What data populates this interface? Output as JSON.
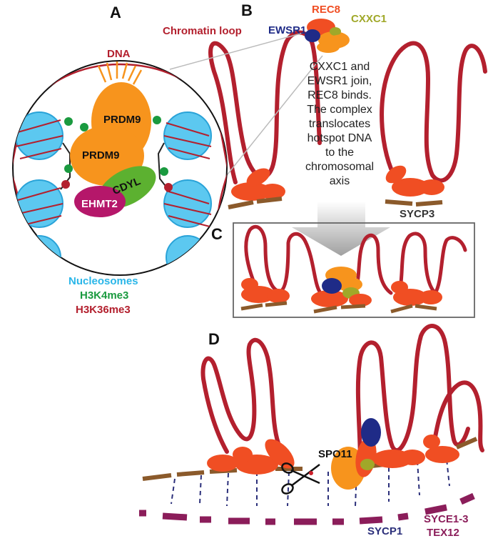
{
  "panels": {
    "a": "A",
    "b": "B",
    "c": "C",
    "d": "D"
  },
  "labels": {
    "chromatin_loop": "Chromatin loop",
    "dna": "DNA",
    "prdm9_top": "PRDM9",
    "prdm9_bottom": "PRDM9",
    "cdyl": "CDYL",
    "ehmt2": "EHMT2",
    "nucleosomes": "Nucleosomes",
    "h3k4me3": "H3K4me3",
    "h3k36me3": "H3K36me3",
    "rec8": "REC8",
    "ewsr1": "EWSR1",
    "cxxc1": "CXXC1",
    "sycp3": "SYCP3",
    "spo11": "SPO11",
    "sycp1": "SYCP1",
    "syce": "SYCE1-3",
    "tex12": "TEX12"
  },
  "description": [
    "CXXC1 and",
    "EWSR1 join,",
    "REC8 binds.",
    "The complex",
    "translocates",
    "hotspot DNA",
    "to the",
    "chromosomal",
    "axis"
  ],
  "colors": {
    "dna_red": "#b3202e",
    "prdm9_orange": "#f7941d",
    "cdyl_green": "#5cb130",
    "ehmt2_magenta": "#b5176a",
    "nucleosome_blue": "#5cc8f0",
    "h3k4me3_green": "#1a9a3f",
    "h3k36me3_red": "#b3202e",
    "rec8_red": "#f04e23",
    "ewsr1_navy": "#1f2b87",
    "cxxc1_olive": "#a0a829",
    "axis_brown": "#8b5a2b",
    "syce_purple": "#8b1d5a",
    "sycp1_navy": "#2b2f7a"
  }
}
